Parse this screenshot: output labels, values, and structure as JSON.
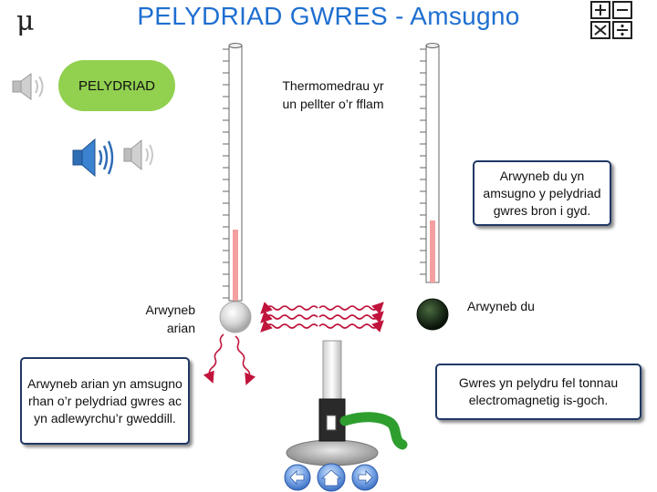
{
  "header": {
    "mu_symbol": "μ",
    "title": "PELYDRIAD GWRES - Amsugno"
  },
  "topic_button": {
    "label": "PELYDRIAD"
  },
  "labels": {
    "thermometer_note": "Thermomedrau yr un pellter o’r fflam",
    "silver_surface": "Arwyneb arian",
    "black_surface": "Arwyneb du"
  },
  "callouts": {
    "silver_absorb": "Arwyneb arian yn amsugno rhan o’r pelydriad gwres ac yn adlewyrchu’r gweddill.",
    "black_absorb": "Arwyneb du yn amsugno y pelydriad gwres bron i gyd.",
    "waves": "Gwres yn pelydru fel tonnau electromagnetig is-goch."
  },
  "thermometers": {
    "left_level": 0.28,
    "right_level": 0.26
  },
  "colors": {
    "title": "#1f6fd0",
    "pill": "#92d050",
    "callout_border": "#1f3864",
    "wave": "#c0143c",
    "mercury": "#f4a0a0",
    "hose": "#2e9e2e",
    "nav_blue": "#4f86d9"
  },
  "icons": [
    "sound-icon",
    "speaker-icon",
    "math-operations-icon",
    "arrow-left-icon",
    "home-icon",
    "arrow-right-icon"
  ]
}
